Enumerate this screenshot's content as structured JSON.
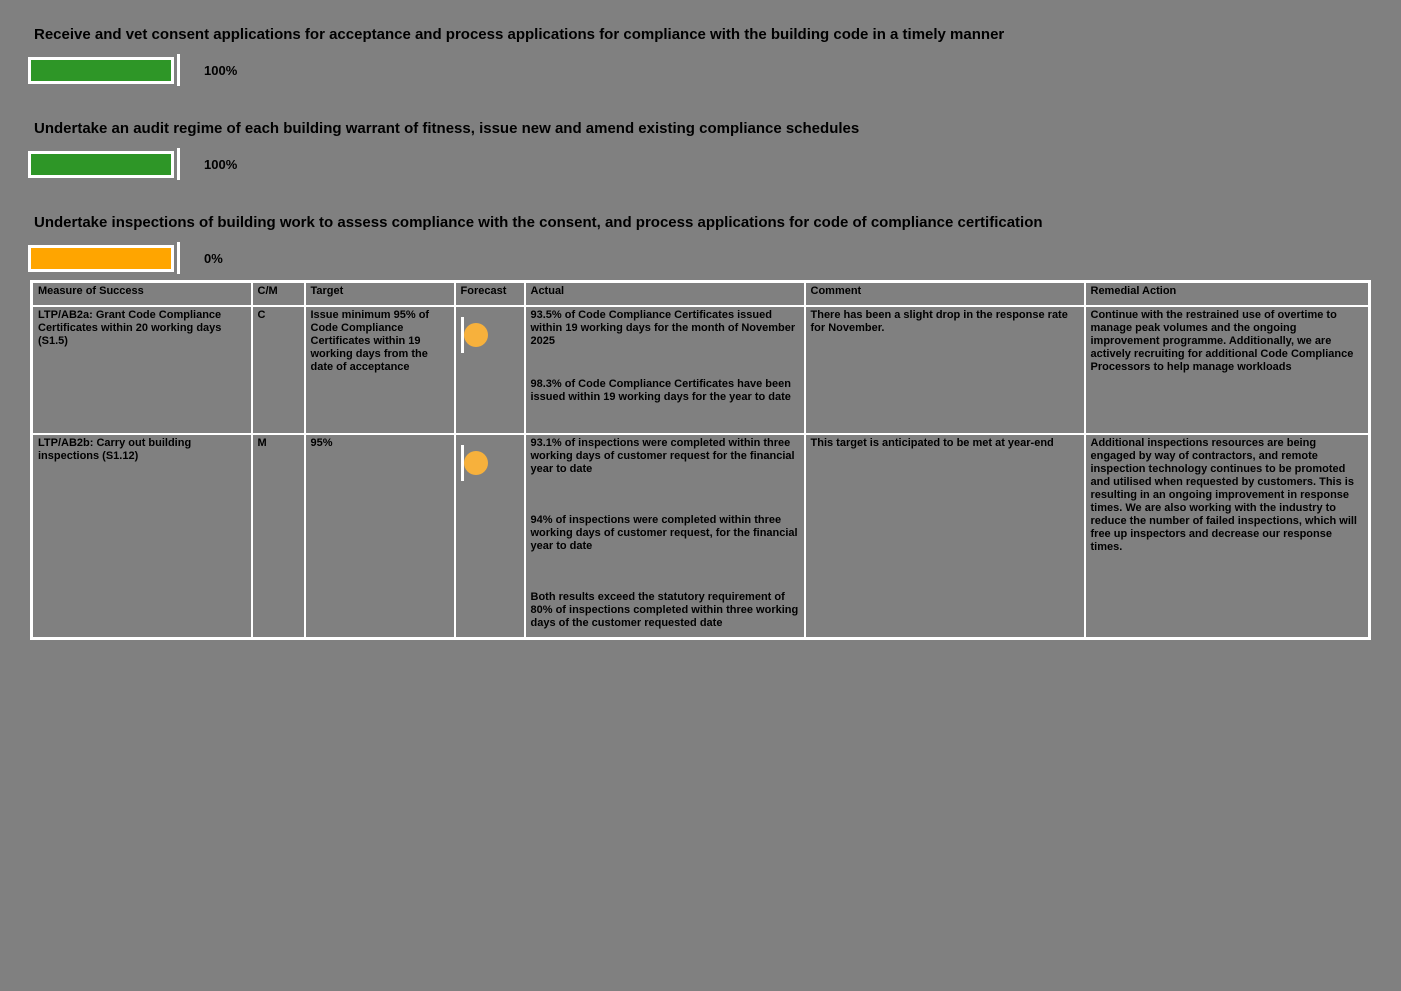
{
  "page": {
    "background_color": "#808080",
    "border_color": "#ffffff",
    "text_color": "#000000"
  },
  "objectives": [
    {
      "title": "Receive and vet consent applications for acceptance and process applications for compliance with the building code in a timely manner",
      "percent_label": "100%",
      "bar_color": "#2E9627"
    },
    {
      "title": "Undertake an audit regime of each building warrant of fitness, issue new and amend existing compliance schedules",
      "percent_label": "100%",
      "bar_color": "#2E9627"
    },
    {
      "title": "Undertake inspections of building work to assess compliance with the consent, and process applications for code of compliance certification",
      "percent_label": "0%",
      "bar_color": "#FFA500"
    }
  ],
  "table": {
    "headers": {
      "measure": "Measure of Success",
      "cm": "C/M",
      "target": "Target",
      "forecast": "Forecast",
      "actual": "Actual",
      "comment": "Comment",
      "remedial": "Remedial Action"
    },
    "rows": [
      {
        "measure": "LTP/AB2a: Grant Code Compliance Certificates within 20 working days (S1.5)",
        "cm": "C",
        "target": "Issue minimum 95% of Code Compliance Certificates within 19 working days from the date of acceptance",
        "forecast_icon": "amber-status-circle",
        "forecast_color": "#F7B13C",
        "actual": [
          "93.5% of Code Compliance Certificates issued within 19 working days for the month of November 2025",
          "98.3% of Code Compliance Certificates have been issued within 19 working days for the year to date"
        ],
        "comment": "There has been a slight drop in the response rate for November.",
        "remedial": "Continue with the restrained use of overtime to manage peak volumes and the ongoing improvement programme.  Additionally, we are actively recruiting for additional Code Compliance Processors to help manage workloads"
      },
      {
        "measure": "LTP/AB2b: Carry out building inspections (S1.12)",
        "cm": "M",
        "target": "95%",
        "forecast_icon": "amber-status-circle",
        "forecast_color": "#F7B13C",
        "actual": [
          "93.1% of inspections were completed within three working days of customer request for the financial year to date",
          "94% of inspections were completed within three working days of customer request, for the financial year to date",
          "Both results exceed the statutory requirement of 80% of inspections completed within three working days of the customer requested date"
        ],
        "comment": "This target is anticipated to be met at year-end",
        "remedial": "Additional inspections resources are being engaged by way of contractors, and remote inspection technology continues to be promoted and utilised when requested by customers.  This is resulting in an ongoing improvement in response times. We are also working with the industry to reduce the number of failed inspections, which will free up inspectors and decrease our response times."
      }
    ]
  }
}
